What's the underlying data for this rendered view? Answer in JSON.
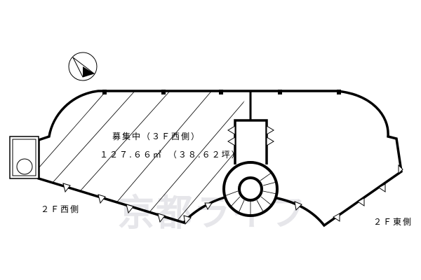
{
  "plan": {
    "unit_title": "募集中（３Ｆ西側）",
    "area": "１２７.６６㎡　（３８.６２坪）",
    "label_west": "２Ｆ西側",
    "label_east": "２Ｆ東側",
    "watermark": "京都ライフ",
    "compass_icon": "north-arrow-icon"
  }
}
